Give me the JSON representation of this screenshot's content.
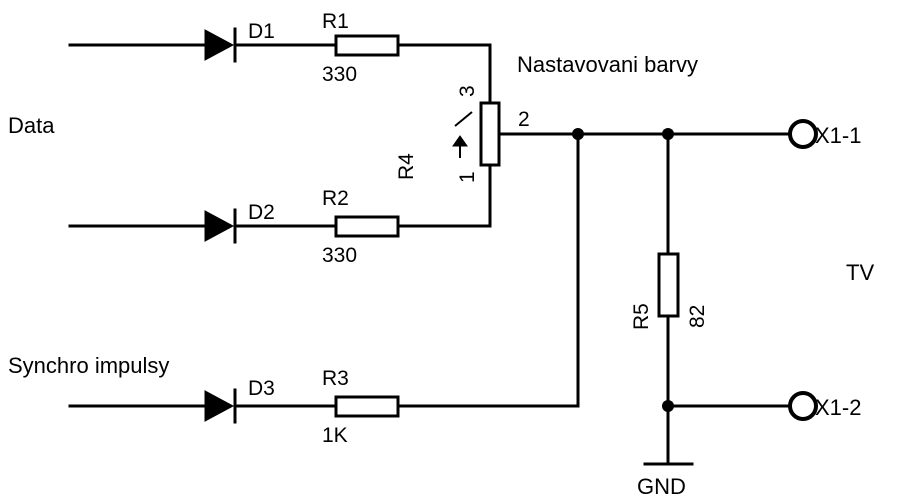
{
  "labels": {
    "data": "Data",
    "synchro": "Synchro impulsy",
    "nastavovani": "Nastavovani barvy",
    "tv": "TV",
    "gnd": "GND"
  },
  "components": {
    "d1": "D1",
    "d2": "D2",
    "d3": "D3",
    "r1": "R1",
    "r1_value": "330",
    "r2": "R2",
    "r2_value": "330",
    "r3": "R3",
    "r3_value": "1K",
    "r4": "R4",
    "r4_pin1": "1",
    "r4_pin2": "2",
    "r4_pin3": "3",
    "r5": "R5",
    "r5_value": "82"
  },
  "terminals": {
    "x1_1": "X1-1",
    "x1_2": "X1-2"
  }
}
